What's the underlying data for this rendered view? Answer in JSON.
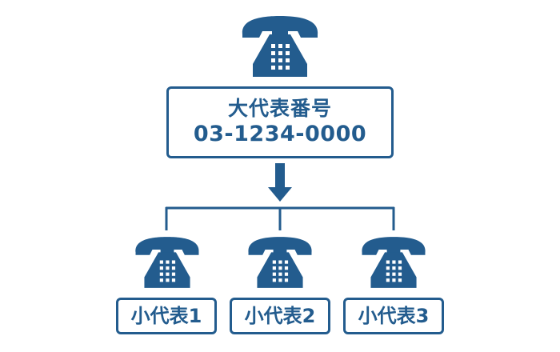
{
  "colors": {
    "primary": "#235c8e",
    "background": "#ffffff"
  },
  "main": {
    "icon": "telephone-icon",
    "title": "大代表番号",
    "number": "03-1234-0000"
  },
  "arrow": {
    "icon": "arrow-down-icon"
  },
  "extensions": [
    {
      "icon": "telephone-icon",
      "label": "小代表1"
    },
    {
      "icon": "telephone-icon",
      "label": "小代表2"
    },
    {
      "icon": "telephone-icon",
      "label": "小代表3"
    }
  ]
}
